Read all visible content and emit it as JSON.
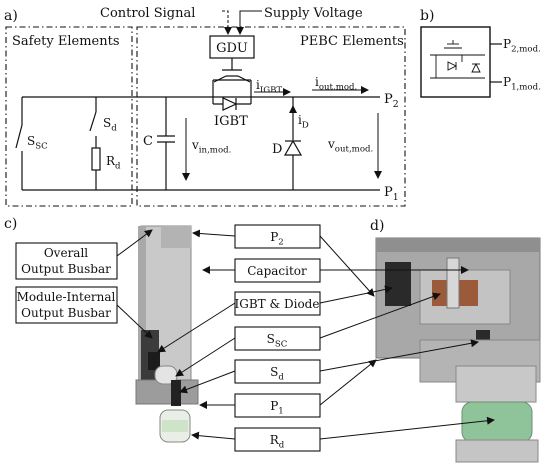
{
  "panels": {
    "a": "a)",
    "b": "b)",
    "c": "c)",
    "d": "d)"
  },
  "schematic": {
    "control_signal": "Control Signal",
    "supply_voltage": "Supply Voltage",
    "safety_title": "Safety Elements",
    "pebc_title": "PEBC Elements",
    "gdu": "GDU",
    "igbt": "IGBT",
    "c": "C",
    "d": "D",
    "s_sc": "S_SC",
    "s_d": "S_d",
    "r_d": "R_d",
    "i_igbt": "i_IGBT",
    "i_out": "i_out,mod.",
    "i_d": "i_D",
    "v_in": "v_in,mod.",
    "v_out": "v_out,mod.",
    "p2": "P_2",
    "p1": "P_1"
  },
  "symbol": {
    "p2": "P_2,mod.",
    "p1": "P_1,mod."
  },
  "callouts": {
    "overall_busbar_line1": "Overall",
    "overall_busbar_line2": "Output Busbar",
    "internal_busbar_line1": "Module-Internal",
    "internal_busbar_line2": "Output Busbar",
    "boxes": [
      "P_2",
      "Capacitor",
      "IGBT & Diode",
      "S_SC",
      "S_d",
      "P_1",
      "R_d"
    ]
  }
}
